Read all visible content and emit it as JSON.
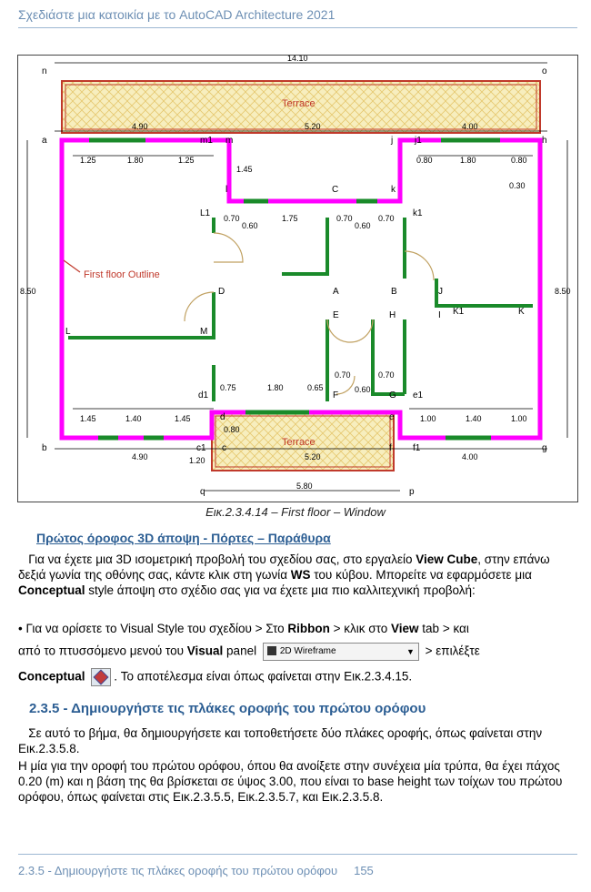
{
  "header": {
    "title": "Σχεδιάστε μια κατοικία με το AutoCAD Architecture 2021"
  },
  "figure": {
    "points": [
      "n",
      "o",
      "a",
      "m1",
      "m",
      "j",
      "j1",
      "h",
      "L1",
      "C",
      "k",
      "k1",
      "l",
      "D",
      "A",
      "B",
      "J",
      "K1",
      "K",
      "L",
      "M",
      "E",
      "H",
      "I",
      "d1",
      "d",
      "F",
      "G",
      "e1",
      "e",
      "b",
      "c1",
      "c",
      "f",
      "f1",
      "g",
      "q",
      "p"
    ],
    "dims": [
      "14.10",
      "4.90",
      "5.20",
      "4.00",
      "1.25",
      "1.80",
      "1.25",
      "1.45",
      "0.80",
      "1.80",
      "0.80",
      "0.30",
      "0.70",
      "0.60",
      "1.75",
      "0.70",
      "0.60",
      "0.70",
      "8.50",
      "8.50",
      "0.75",
      "1.80",
      "0.65",
      "0.70",
      "0.60",
      "0.70",
      "1.45",
      "1.40",
      "1.45",
      "1.00",
      "1.40",
      "1.00",
      "0.80",
      "1.20",
      "4.90",
      "5.20",
      "4.00",
      "5.80"
    ],
    "labels": {
      "terrace_top": "Terrace",
      "terrace_bottom": "Terrace",
      "outline": "First floor Outline"
    }
  },
  "caption": "Εικ.2.3.4.14 – First floor – Window",
  "subhead": "Πρώτος όροφος 3D άποψη - Πόρτες – Παράθυρα",
  "p1": {
    "a": "Για να έχετε μια 3D  ισομετρική προβολή του σχεδίου σας, στο εργαλείο ",
    "b": "View Cube",
    "c": ", στην επάνω δεξιά γωνία της οθόνης σας, κάντε κλικ στη γωνία ",
    "d": "WS",
    "e": " του κύβου. Μπορείτε να εφαρμόσετε μια ",
    "f": "Conceptual",
    "g": " style άποψη στο σχέδιο σας για να έχετε μια πιο καλλιτεχνική προβολή:"
  },
  "p2": {
    "a": "• Για να ορίσετε το Visual Style του σχεδίου > Στο ",
    "b": "Ribbon",
    "c": " > κλικ στο ",
    "d": "View",
    "e": " tab > και"
  },
  "p3": {
    "a": "από το πτυσσόμενο μενού του ",
    "b": "Visual",
    "c": " panel",
    "dropdown": "2D Wireframe",
    "d": "> επιλέξτε"
  },
  "p4": {
    "a": "Conceptual",
    "b": ". Το αποτέλεσμα είναι όπως φαίνεται στην Εικ.2.3.4.15."
  },
  "section_title": "2.3.5 - Δημιουργήστε τις πλάκες οροφής του πρώτου ορόφου",
  "p5": "Σε αυτό το βήμα, θα δημιουργήσετε και τοποθετήσετε δύο πλάκες οροφής, όπως φαίνεται στην Εικ.2.3.5.8.",
  "p6": "Η μία για την οροφή του πρώτου ορόφου, όπου θα ανοίξετε στην συνέχεια μία τρύπα, θα έχει πάχος 0.20 (m) και η βάση της θα βρίσκεται σε ύψος 3.00, που είναι το base height των τοίχων του πρώτου ορόφου, όπως φαίνεται στις Εικ.2.3.5.5, Εικ.2.3.5.7, και Εικ.2.3.5.8.",
  "footer": {
    "section": "2.3.5 - Δημιουργήστε τις πλάκες οροφής του πρώτου ορόφου",
    "page": "155"
  },
  "colors": {
    "wall": "#ff00ff",
    "green": "#1a8a2a",
    "dim": "#000000",
    "terrace": "#f5e8a8",
    "accent": "#2c5e93"
  }
}
